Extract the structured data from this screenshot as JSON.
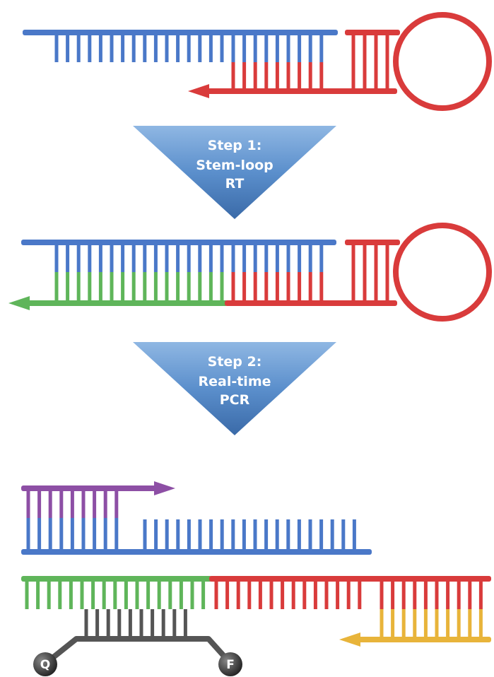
{
  "step1": {
    "lines": [
      "Step 1:",
      "Stem-loop",
      "RT"
    ]
  },
  "step2": {
    "lines": [
      "Step 2:",
      "Real-time",
      "PCR"
    ]
  },
  "probe": {
    "quencher_label": "Q",
    "fluorophore_label": "F"
  },
  "colors": {
    "blue": "#4a78c8",
    "red": "#d93b3b",
    "green": "#5fb55a",
    "purple": "#8d4fa5",
    "yellow": "#e8b43a",
    "gray": "#555555",
    "arrow_fill": "#5b8fcc"
  }
}
